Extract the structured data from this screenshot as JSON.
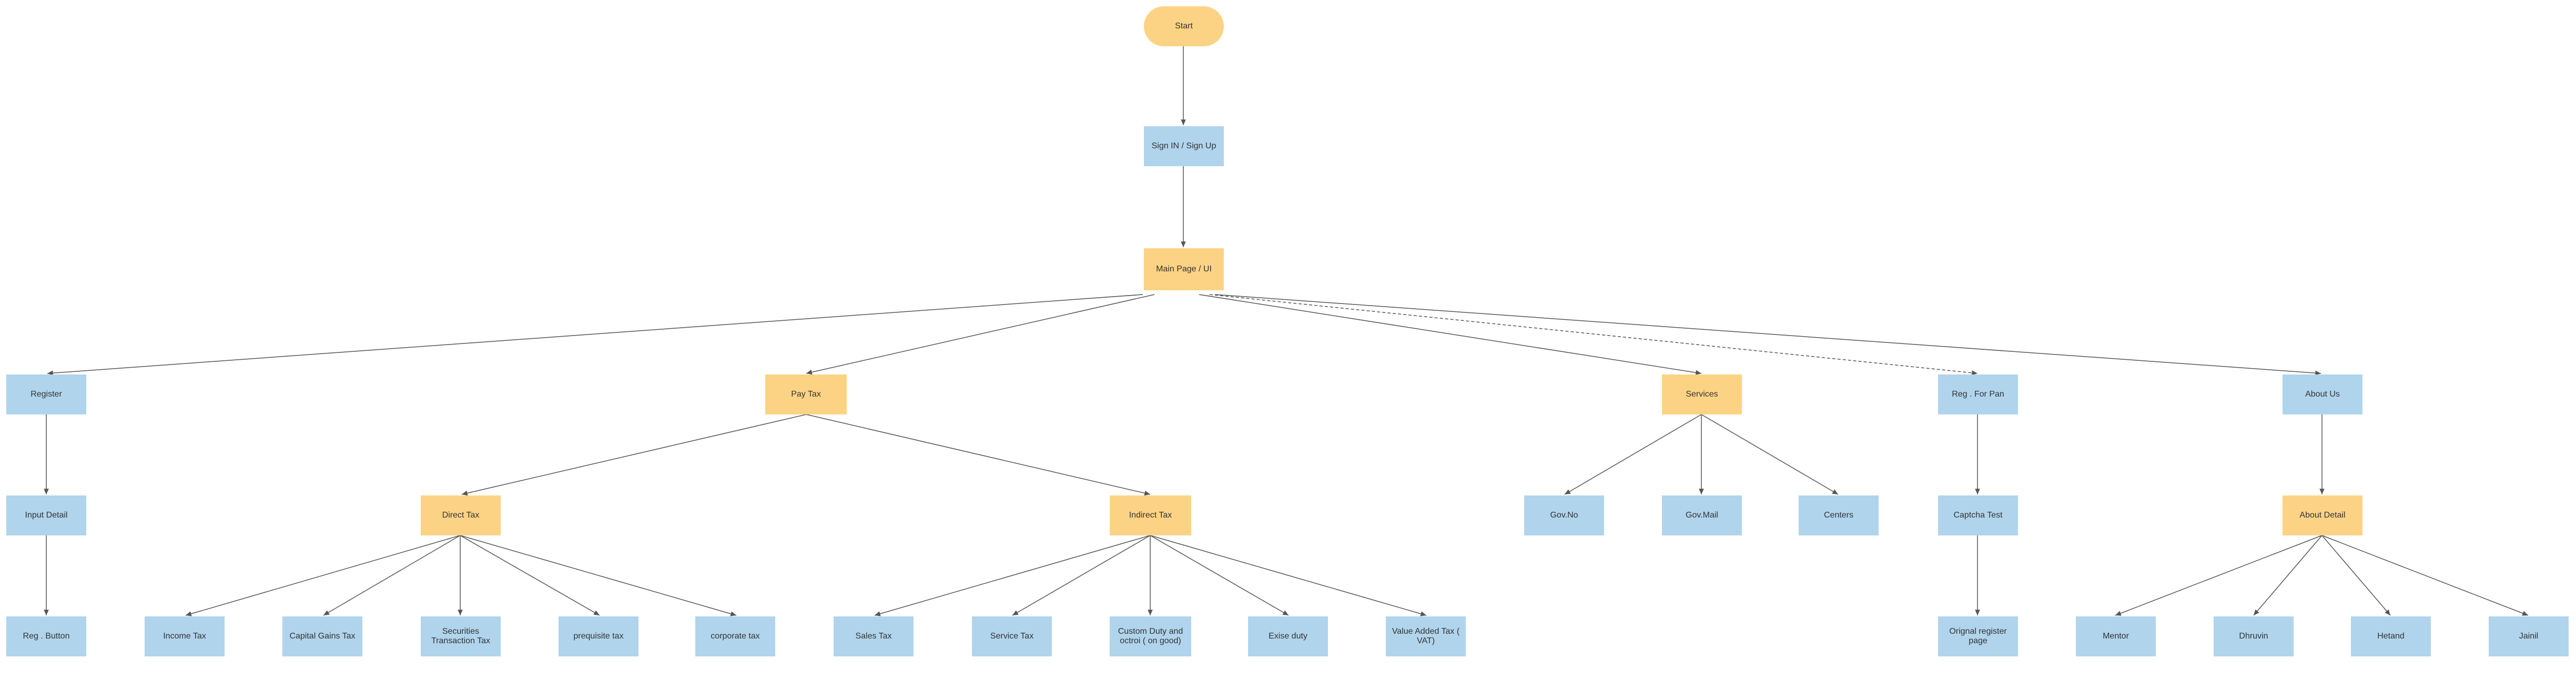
{
  "colors": {
    "blue": "#b0d4ec",
    "orange": "#fcd384",
    "edge": "#555555"
  },
  "nodes": {
    "start": "Start",
    "signin": "Sign IN / Sign Up",
    "main": "Main Page / UI",
    "register": "Register",
    "input_detail": "Input Detail",
    "reg_button": "Reg . Button",
    "pay_tax": "Pay Tax",
    "direct_tax": "Direct Tax",
    "income_tax": "Income Tax",
    "capital_gains_tax": "Capital Gains Tax",
    "securities_tax": "Securities Transaction Tax",
    "prequisite_tax": "prequisite tax",
    "corporate_tax": "corporate tax",
    "indirect_tax": "Indirect Tax",
    "sales_tax": "Sales Tax",
    "service_tax": "Service Tax",
    "custom_duty": "Custom Duty and octroi ( on good)",
    "excise_duty": "Exise duty",
    "vat": "Value Added Tax ( VAT)",
    "services": "Services",
    "gov_no": "Gov.No",
    "gov_mail": "Gov.Mail",
    "centers": "Centers",
    "reg_for_pan": "Reg . For Pan",
    "captcha_test": "Captcha Test",
    "original_register": "Orignal register page",
    "about_us": "About Us",
    "about_detail": "About Detail",
    "mentor": "Mentor",
    "dhruvin": "Dhruvin",
    "hetand": "Hetand",
    "jainil": "Jainil"
  }
}
